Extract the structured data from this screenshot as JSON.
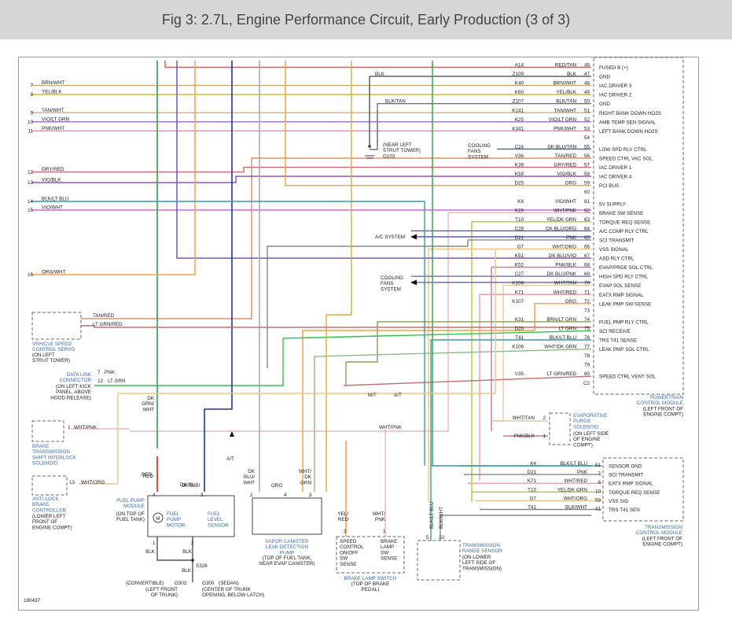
{
  "title": "Fig 3: 2.7L, Engine Performance Circuit, Early Production (3 of 3)",
  "fig_id": "180437",
  "colors": {
    "RED/TAN": "#e05b3a",
    "BLK": "#555555",
    "BRN/WHT": "#c9a57e",
    "YEL/BLK": "#c8b04a",
    "BLK/TAN": "#777777",
    "TAN/WHT": "#d6b585",
    "VIO/LT GRN": "#9b6bc4",
    "PNK/WHT": "#e58fb8",
    "DK BLU/TAN": "#4a5aa0",
    "TAN/RED": "#d69470",
    "GRY/RED": "#d06a6a",
    "VIO/BLK": "#8a4aa8",
    "ORG": "#f0a040",
    "VIO/WHT": "#c66fd6",
    "WHT/PNK": "#e8b8c8",
    "YEL/DK GRN": "#b8c438",
    "DK BLU/ORG": "#5a5ab8",
    "WHT/ORG": "#efc48a",
    "DK BLU/VIO": "#6a4ab8",
    "PNK/BLK": "#d0709a",
    "DK BLU/PNK": "#7a6ab0",
    "WHT/TAN": "#e6cba2",
    "WHT/RED": "#e9a0a0",
    "BRN/LT GRN": "#8a9a5a",
    "LT GRN": "#2ec24a",
    "BLK/LT BLU": "#3a9ab0",
    "WHT/DK GRN": "#8ab88a",
    "LT GRN/RED": "#c07070",
    "DK BLU": "#1c3a94",
    "DK GRN/WHT": "#3a9a4a",
    "RED": "#e02020",
    "GRY": "#9aa0b8",
    "YEL/RED": "#e0a040",
    "BLK/WHT": "#888888"
  },
  "pcm": {
    "label": [
      "POWERTRAIN",
      "CONTROL MODULE",
      "(LEFT FRONT OF",
      "ENGINE COMPT)"
    ],
    "end_pin": "C2",
    "pins": [
      {
        "pin": "46",
        "circuit": "A14",
        "wire": "RED/TAN",
        "func": "FUSED B (+)"
      },
      {
        "pin": "47",
        "circuit": "Z109",
        "wire": "BLK",
        "func": "GND"
      },
      {
        "pin": "48",
        "circuit": "K40",
        "wire": "BRN/WHT",
        "func": "IAC DRIVER 3"
      },
      {
        "pin": "49",
        "circuit": "K60",
        "wire": "YEL/BLK",
        "func": "IAC DRIVER 2"
      },
      {
        "pin": "50",
        "circuit": "Z107",
        "wire": "BLK/TAN",
        "func": "GND"
      },
      {
        "pin": "51",
        "circuit": "K141",
        "wire": "TAN/WHT",
        "func": "RIGHT BANK DOWN HO2S"
      },
      {
        "pin": "52",
        "circuit": "K25",
        "wire": "VIO/LT GRN",
        "func": "AMB TEMP SEN SIGNAL"
      },
      {
        "pin": "53",
        "circuit": "K341",
        "wire": "PNK/WHT",
        "func": "LEFT BANK DOWN HO2S"
      },
      {
        "pin": "54",
        "circuit": "",
        "wire": "",
        "func": ""
      },
      {
        "pin": "55",
        "circuit": "C24",
        "wire": "DK BLU/TAN",
        "func": "LOW SPD RLY CTRL"
      },
      {
        "pin": "56",
        "circuit": "V36",
        "wire": "TAN/RED",
        "func": "SPEED CTRL VAC SOL"
      },
      {
        "pin": "57",
        "circuit": "K39",
        "wire": "GRY/RED",
        "func": "IAC DRIVER 1"
      },
      {
        "pin": "58",
        "circuit": "K59",
        "wire": "VIO/BLK",
        "func": "IAC DRIVER 4"
      },
      {
        "pin": "59",
        "circuit": "D25",
        "wire": "ORG",
        "func": "PCI BUS"
      },
      {
        "pin": "60",
        "circuit": "",
        "wire": "",
        "func": ""
      },
      {
        "pin": "61",
        "circuit": "K6",
        "wire": "VIO/WHT",
        "func": "5V SUPPLY"
      },
      {
        "pin": "62",
        "circuit": "K29",
        "wire": "WHT/PNK",
        "func": "BRAKE SW SENSE"
      },
      {
        "pin": "63",
        "circuit": "T10",
        "wire": "YEL/DK GRN",
        "func": "TORQUE REQ SENSE"
      },
      {
        "pin": "64",
        "circuit": "C28",
        "wire": "DK BLU/ORG",
        "func": "A/C COMP RLY CTRL"
      },
      {
        "pin": "65",
        "circuit": "D21",
        "wire": "PNK",
        "func": "SCI TRANSMIT"
      },
      {
        "pin": "66",
        "circuit": "G7",
        "wire": "WHT/ORG",
        "func": "VSS SIGNAL"
      },
      {
        "pin": "67",
        "circuit": "K51",
        "wire": "DK BLU/VIO",
        "func": "ASD RLY CTRL"
      },
      {
        "pin": "68",
        "circuit": "K52",
        "wire": "PNK/BLK",
        "func": "EVAP/PRGE SOL CTRL"
      },
      {
        "pin": "69",
        "circuit": "C27",
        "wire": "DK BLU/PNK",
        "func": "HIGH SPD RLY CTRL"
      },
      {
        "pin": "70",
        "circuit": "K108",
        "wire": "WHT/TAN",
        "func": "EVAP SOL SENSE"
      },
      {
        "pin": "71",
        "circuit": "K71",
        "wire": "WHT/RED",
        "func": "EATX RMP SIGNAL"
      },
      {
        "pin": "72",
        "circuit": "K107",
        "wire": "ORG",
        "func": "LEAK PMP SW SENSE"
      },
      {
        "pin": "73",
        "circuit": "",
        "wire": "",
        "func": ""
      },
      {
        "pin": "74",
        "circuit": "K31",
        "wire": "BRN/LT GRN",
        "func": "FUEL PMP RLY CTRL"
      },
      {
        "pin": "75",
        "circuit": "D20",
        "wire": "LT GRN",
        "func": "SCI RECEIVE"
      },
      {
        "pin": "76",
        "circuit": "T41",
        "wire": "BLK/LT BLU",
        "func": "TRS T41 SENSE"
      },
      {
        "pin": "77",
        "circuit": "K106",
        "wire": "WHT/DK GRN",
        "func": "LEAK PMP SOL CTRL"
      },
      {
        "pin": "78",
        "circuit": "",
        "wire": "",
        "func": ""
      },
      {
        "pin": "79",
        "circuit": "",
        "wire": "",
        "func": ""
      },
      {
        "pin": "80",
        "circuit": "V35",
        "wire": "LT GRN/RED",
        "func": "SPEED CTRL VENT SOL"
      }
    ]
  },
  "left_pins": [
    {
      "num": "7",
      "wire": "BRN/WHT"
    },
    {
      "num": "8",
      "wire": "YEL/BLK"
    },
    {
      "num": "9",
      "wire": "TAN/WHT"
    },
    {
      "num": "10",
      "wire": "VIO/LT GRN"
    },
    {
      "num": "11",
      "wire": "PNK/WHT"
    },
    {
      "num": "12",
      "wire": "GRY/RED"
    },
    {
      "num": "13",
      "wire": "VIO/BLK"
    },
    {
      "num": "14",
      "wire": "BLK/LT BLU"
    },
    {
      "num": "15",
      "wire": "VIO/WHT"
    },
    {
      "num": "16",
      "wire": "ORG/WHT"
    }
  ],
  "ground_g103": [
    "(NEAR LEFT",
    "STRUT TOWER)",
    "G103"
  ],
  "cooling_fans_1": [
    "COOLING",
    "FANS",
    "SYSTEM"
  ],
  "cooling_fans_2": [
    "COOLING",
    "FANS",
    "SYSTEM"
  ],
  "ac_system": "A/C SYSTEM",
  "vss": {
    "label": [
      "VEHICLE SPEED",
      "CONTROL SERVO"
    ],
    "loc": [
      "(ON LEFT",
      "STRUT TOWER)"
    ],
    "wire1": "TAN/RED",
    "wire2": "LT GRN/RED"
  },
  "dlc": {
    "label": [
      "DATA LINK",
      "CONNECTOR"
    ],
    "loc": [
      "(ON LEFT KICK",
      "PANEL, ABOVE",
      "HOOD RELEASE)"
    ],
    "pin7": "7",
    "pin12": "12",
    "wire7": "PNK",
    "wire12": "LT GRN"
  },
  "btsi": {
    "label": [
      "BRAKE",
      "TRANSMISSION",
      "SHIFT INTERLOCK",
      "SOLENOID"
    ],
    "pin": "1",
    "wire": "WHT/PNK"
  },
  "abs": {
    "label": [
      "ANTI-LOCK",
      "BRAKE",
      "CONTROLLER"
    ],
    "loc": [
      "(LOWER LEFT",
      "FRONT OF",
      "ENGINE COMPT)"
    ],
    "pin": "13",
    "wire": "WHT/ORG"
  },
  "fuel_pump": {
    "label": [
      "FUEL PUMP",
      "MODULE"
    ],
    "loc": [
      "(ON TOP OF",
      "FUEL TANK)"
    ],
    "motor": [
      "FUEL",
      "PUMP",
      "MOTOR"
    ],
    "sensor": [
      "FUEL",
      "LEVEL",
      "SENSOR"
    ],
    "pins": [
      "4",
      "3",
      "1",
      "2"
    ],
    "wires": [
      "RED",
      "DK BLU",
      "BLK",
      "BLK"
    ]
  },
  "splice": "S326",
  "wire_blk": "BLK",
  "grounds": [
    {
      "id": "G302",
      "text": [
        "(CONVERTIBLE)",
        "(LEFT FRONT",
        "OF TRUNK)"
      ]
    },
    {
      "id": "G300",
      "text": [
        "(SEDAN)",
        "(CENTER OF TRUNK",
        "OPENING, BELOW LATCH)"
      ]
    }
  ],
  "vapor": {
    "label": [
      "VAPOR CANISTER",
      "LEAK DETECTION",
      "PUMP"
    ],
    "loc": [
      "(TOP OF FUEL TANK,",
      "NEAR EVAP CANISTER)"
    ],
    "pins": [
      "2",
      "4",
      "3"
    ],
    "wire1": [
      "DK",
      "BLU/",
      "WHT"
    ],
    "wire2": "ORG",
    "wire3": [
      "WHT/",
      "DK",
      "GRN"
    ]
  },
  "brake_switch": {
    "label": "BRAKE LAMP SWITCH",
    "loc": [
      "(TOP OF BRAKE",
      "PEDAL)"
    ],
    "left": [
      "SPEED",
      "CONTROL",
      "ON/OFF",
      "SW",
      "SENSE"
    ],
    "right": [
      "BRAKE",
      "LAMP",
      "SW",
      "SENSE"
    ],
    "pins": [
      "3",
      "1"
    ],
    "wire1": [
      "YEL/",
      "RED"
    ],
    "wire2": [
      "WHT/",
      "PNK"
    ]
  },
  "trs": {
    "label": [
      "TRANSMISSION",
      "RANGE SENSOR"
    ],
    "loc": [
      "(ON LOWER",
      "LEFT SIDE OF",
      "TRANSMISSION)"
    ],
    "pins": [
      "5",
      "10"
    ],
    "wire1": "BLK/LT BLU",
    "wire2": "BLK/WHT"
  },
  "evap_sol": {
    "label": [
      "EVAPORATIVE",
      "PURGE",
      "SOLENOID"
    ],
    "loc": [
      "(ON LEFT SIDE",
      "OF ENGINE",
      "COMPT)"
    ],
    "pin2": "2",
    "pin1": "1",
    "wire2": "WHT/TAN",
    "wire1": "PNK/BLK"
  },
  "tcm": {
    "label": [
      "TRANSMISSION",
      "CONTROL MODULE",
      "(LEFT FRONT OF",
      "ENGINE COMPT)"
    ],
    "pins": [
      {
        "pin": "51",
        "circuit": "K4",
        "wire": "BLK/LT BLU",
        "func": "SENSOR GND"
      },
      {
        "pin": "7",
        "circuit": "D21",
        "wire": "PNK",
        "func": "SCI TRANSMIT"
      },
      {
        "pin": "6",
        "circuit": "K71",
        "wire": "WHT/RED",
        "func": "EATX RMP SIGNAL"
      },
      {
        "pin": "10",
        "circuit": "T10",
        "wire": "YEL/DK GRN",
        "func": "TORQUE REQ SENSE"
      },
      {
        "pin": "58",
        "circuit": "G7",
        "wire": "WHT/ORG",
        "func": "VSS SIG"
      },
      {
        "pin": "41",
        "circuit": "T41",
        "wire": "BLK/WHT",
        "func": "TRS T41 SEN"
      }
    ]
  },
  "misc": {
    "at": "A/T",
    "mt": "M/T",
    "at2": "A/T",
    "dk_grn_wht": [
      "DK",
      "GRN/",
      "WHT"
    ],
    "wht_pnk": "WHT/PNK",
    "red": "RED",
    "dk_blu": "DK BLU"
  }
}
